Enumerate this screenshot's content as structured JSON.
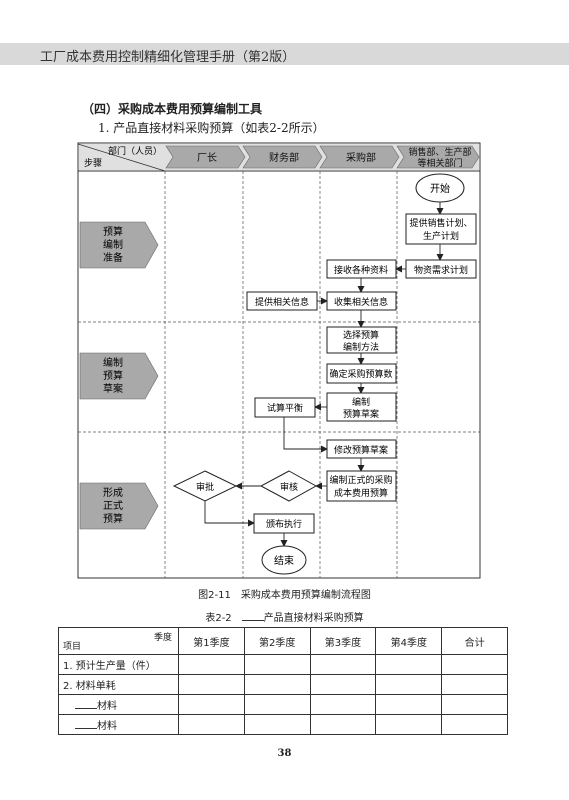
{
  "header": {
    "title": "工厂成本费用控制精细化管理手册（第2版）"
  },
  "section": {
    "title": "（四）采购成本费用预算编制工具",
    "subtitle": "1. 产品直接材料采购预算（如表2-2所示）"
  },
  "flowchart": {
    "corner_top": "部门（人员）",
    "corner_bottom": "步骤",
    "columns": [
      "厂长",
      "财务部",
      "采购部"
    ],
    "column_sales": [
      "销售部、生产部",
      "等相关部门"
    ],
    "steps": [
      {
        "lines": [
          "预算",
          "编制",
          "准备"
        ]
      },
      {
        "lines": [
          "编制",
          "预算",
          "草案"
        ]
      },
      {
        "lines": [
          "形成",
          "正式",
          "预算"
        ]
      }
    ],
    "nodes": {
      "start": "开始",
      "sales_plan": [
        "提供销售计划、",
        "生产计划"
      ],
      "material_demand": "物资需求计划",
      "receive_data": "接收各种资料",
      "provide_info": "提供相关信息",
      "collect_info": "收集相关信息",
      "select_method": [
        "选择预算",
        "编制方法"
      ],
      "determine_number": "确定采购预算数",
      "draft": [
        "编制",
        "预算草案"
      ],
      "trial_balance": "试算平衡",
      "revise_draft": "修改预算草案",
      "formal_budget": [
        "编制正式的采购",
        "成本费用预算"
      ],
      "review": "审核",
      "approve": "审批",
      "issue": "颁布执行",
      "end": "结束"
    }
  },
  "figure_caption": "图2-11　采购成本费用预算编制流程图",
  "table": {
    "caption_prefix": "表2-2　",
    "caption_suffix": "产品直接材料采购预算",
    "corner_top": "季度",
    "corner_bottom": "项目",
    "headers": [
      "第1季度",
      "第2季度",
      "第3季度",
      "第4季度",
      "合计"
    ],
    "rows": [
      "1. 预计生产量（件）",
      "2. 材料单耗",
      "材料",
      "材料"
    ]
  },
  "page_number": "38"
}
